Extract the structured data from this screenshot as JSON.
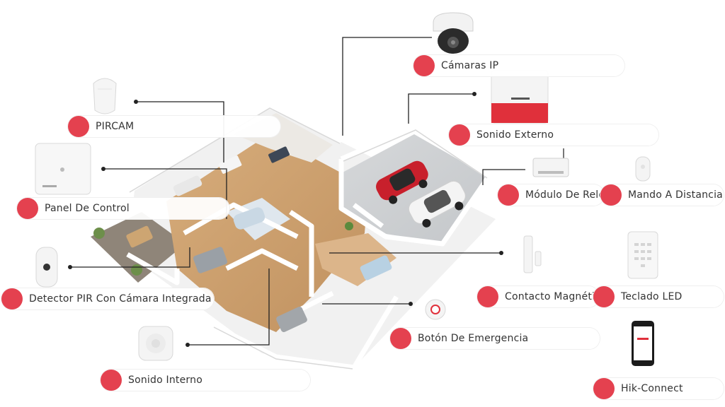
{
  "accent_color": "#e4414f",
  "labels": {
    "camaras_ip": "Cámaras IP",
    "pircam": "PIRCAM",
    "sonido_externo": "Sonido Externo",
    "panel_de_control": "Panel De Control",
    "modulo_de_rele": "Módulo De Relé",
    "mando_a_distancia": "Mando A Distancia",
    "detector_pir": "Detector PIR Con Cámara Integrada",
    "contacto_magnetico": "Contacto Magnético",
    "teclado_led": "Teclado LED",
    "boton_de_emergencia": "Botón De Emergencia",
    "sonido_interno": "Sonido Interno",
    "hik_connect": "Hik-Connect"
  }
}
